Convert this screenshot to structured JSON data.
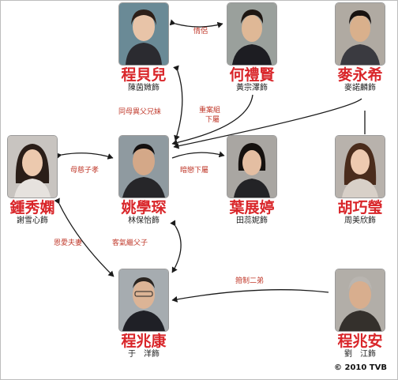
{
  "characters": [
    {
      "id": "ching-pui-yi",
      "name": "程貝兒",
      "actor": "陳茵媺飾"
    },
    {
      "id": "ho-lai-yin",
      "name": "何禮賢",
      "actor": "黃宗澤飾"
    },
    {
      "id": "mak-wing-hei",
      "name": "麥永希",
      "actor": "麥諾麟飾"
    },
    {
      "id": "chung-sau-lan",
      "name": "鍾秀嫻",
      "actor": "謝雪心飾"
    },
    {
      "id": "yiu-hok-chun",
      "name": "姚學琛",
      "actor": "林保怡飾"
    },
    {
      "id": "ip-chin-ting",
      "name": "葉展婷",
      "actor": "田蕊妮飾"
    },
    {
      "id": "wu-hau-ying",
      "name": "胡巧瑩",
      "actor": "周美欣飾"
    },
    {
      "id": "ching-siu-hong",
      "name": "程兆康",
      "actor": "于　洋飾"
    },
    {
      "id": "ching-siu-on",
      "name": "程兆安",
      "actor": "劉　江飾"
    }
  ],
  "relations": {
    "lovers": "情侶",
    "half_siblings": "同母異父兄妹",
    "ex_team": "重案組",
    "subordinate": "下屬",
    "mother_son": "母慈子孝",
    "secret_love": "暗戀下屬",
    "marriage": "恩愛夫妻",
    "stepfather": "客氣繼父子",
    "brothers": "箝制二弟"
  },
  "copyright": "© 2010 TVB",
  "colors": {
    "name": "#d9262a",
    "relation_text": "#c0392b",
    "line": "#1a1a1a"
  }
}
